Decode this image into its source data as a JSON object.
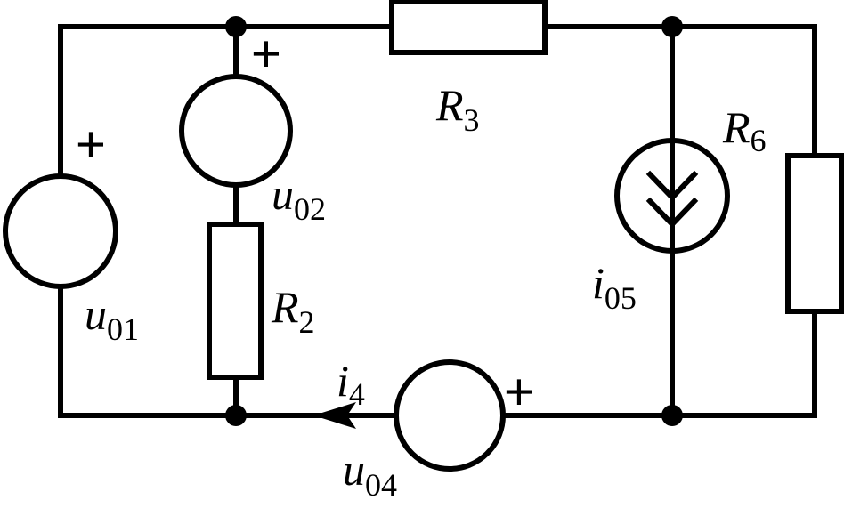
{
  "labels": {
    "u01": {
      "main": "u",
      "sub": "01"
    },
    "u02": {
      "main": "u",
      "sub": "02"
    },
    "r2": {
      "main": "R",
      "sub": "2"
    },
    "r3": {
      "main": "R",
      "sub": "3"
    },
    "i4": {
      "main": "i",
      "sub": "4"
    },
    "u04": {
      "main": "u",
      "sub": "04"
    },
    "i05": {
      "main": "i",
      "sub": "05"
    },
    "r6": {
      "main": "R",
      "sub": "6"
    }
  },
  "signs": {
    "u01_plus": "+",
    "u02_plus": "+",
    "u04_plus": "+"
  }
}
